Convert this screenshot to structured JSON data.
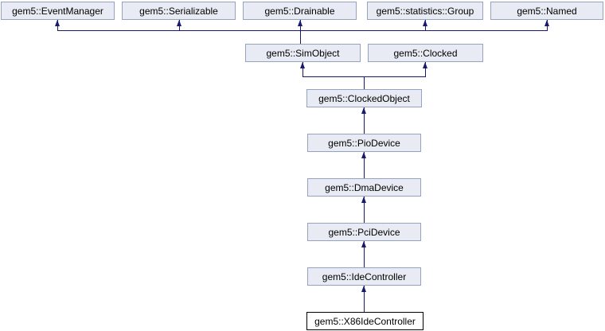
{
  "diagram": {
    "type": "class-inheritance-graph",
    "colors": {
      "node_fill": "#E8EBF3",
      "node_border": "#95A3C1",
      "edge": "#191970",
      "current_node_fill": "#FFFFFF",
      "current_node_border": "#000000"
    },
    "nodes": [
      {
        "id": "eventmanager",
        "label": "gem5::EventManager",
        "current": false
      },
      {
        "id": "serializable",
        "label": "gem5::Serializable",
        "current": false
      },
      {
        "id": "drainable",
        "label": "gem5::Drainable",
        "current": false
      },
      {
        "id": "statistics-group",
        "label": "gem5::statistics::Group",
        "current": false
      },
      {
        "id": "named",
        "label": "gem5::Named",
        "current": false
      },
      {
        "id": "simobject",
        "label": "gem5::SimObject",
        "current": false
      },
      {
        "id": "clocked",
        "label": "gem5::Clocked",
        "current": false
      },
      {
        "id": "clockedobject",
        "label": "gem5::ClockedObject",
        "current": false
      },
      {
        "id": "piodevice",
        "label": "gem5::PioDevice",
        "current": false
      },
      {
        "id": "dmadevice",
        "label": "gem5::DmaDevice",
        "current": false
      },
      {
        "id": "pcidevice",
        "label": "gem5::PciDevice",
        "current": false
      },
      {
        "id": "idecontroller",
        "label": "gem5::IdeController",
        "current": false
      },
      {
        "id": "x86idecontroller",
        "label": "gem5::X86IdeController",
        "current": true
      }
    ],
    "edges": [
      {
        "from": "simobject",
        "to": "eventmanager"
      },
      {
        "from": "simobject",
        "to": "serializable"
      },
      {
        "from": "simobject",
        "to": "drainable"
      },
      {
        "from": "simobject",
        "to": "statistics-group"
      },
      {
        "from": "simobject",
        "to": "named"
      },
      {
        "from": "clockedobject",
        "to": "simobject"
      },
      {
        "from": "clockedobject",
        "to": "clocked"
      },
      {
        "from": "piodevice",
        "to": "clockedobject"
      },
      {
        "from": "dmadevice",
        "to": "piodevice"
      },
      {
        "from": "pcidevice",
        "to": "dmadevice"
      },
      {
        "from": "idecontroller",
        "to": "pcidevice"
      },
      {
        "from": "x86idecontroller",
        "to": "idecontroller"
      }
    ]
  }
}
